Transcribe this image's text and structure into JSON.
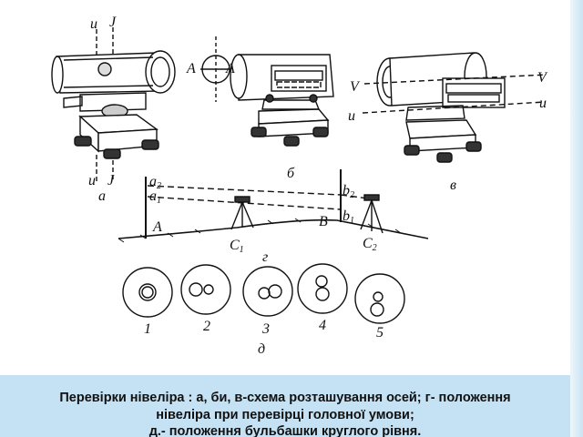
{
  "caption": {
    "line1": "Перевірки нівеліра : а, би, в-схема розташування осей; г- положення",
    "line2": "нівеліра при перевірці головної умови;",
    "line3": "д.- положення бульбашки круглого рівня."
  },
  "panel_a": {
    "top_u": "u",
    "top_j": "J",
    "bottom_u": "u",
    "bottom_j": "J",
    "caption": "а"
  },
  "panel_b": {
    "left_a": "A",
    "right_a": "A",
    "caption": "б"
  },
  "panel_v": {
    "v_left": "V",
    "v_right": "V",
    "u_left": "u",
    "u_right": "u",
    "caption": "в"
  },
  "panel_g": {
    "a2": "a",
    "a2_sub": "2",
    "a1": "a",
    "a1_sub": "1",
    "b2": "b",
    "b2_sub": "2",
    "b1": "b",
    "b1_sub": "1",
    "point_a": "A",
    "point_b": "B",
    "c1": "C",
    "c1_sub": "1",
    "c2": "C",
    "c2_sub": "2",
    "caption": "г"
  },
  "panel_d": {
    "labels": [
      "1",
      "2",
      "3",
      "4",
      "5"
    ],
    "caption": "д"
  }
}
